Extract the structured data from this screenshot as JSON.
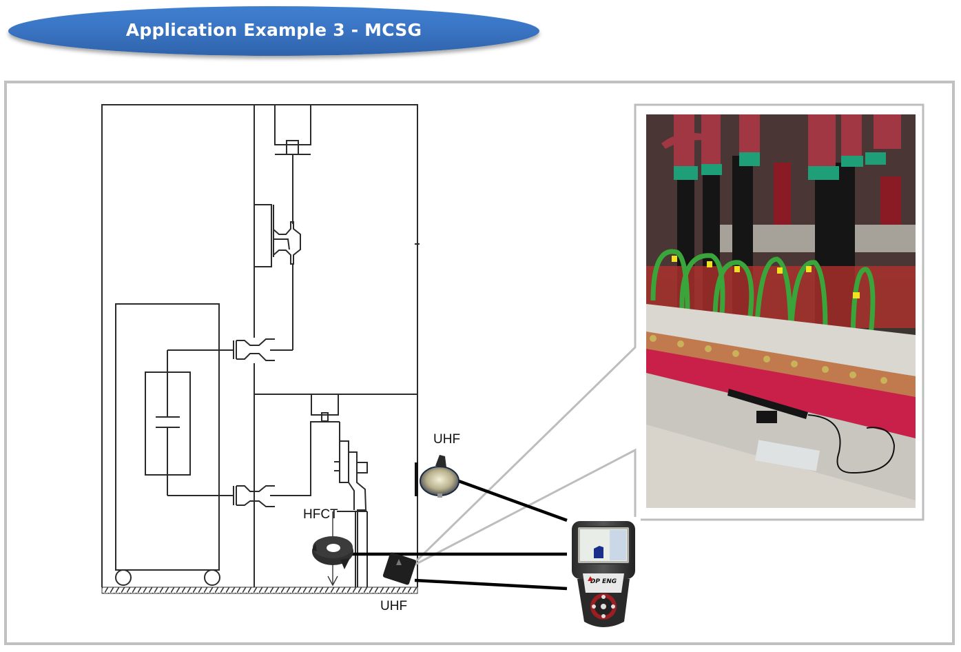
{
  "title": "Application Example 3 - MCSG",
  "labels": {
    "uhf_external": "UHF",
    "hfct": "HFCT",
    "uhf_internal": "UHF"
  },
  "device": {
    "brand": "DP ENG"
  },
  "colors": {
    "title_fill": "#3a75c4",
    "title_text": "#ffffff",
    "frame_gray": "#c0c0c0",
    "schematic_line": "#222222",
    "cable": "#000000"
  },
  "photo": {
    "description": "Switchgear cable compartment with UHF antenna sensor mounted on busbar"
  }
}
